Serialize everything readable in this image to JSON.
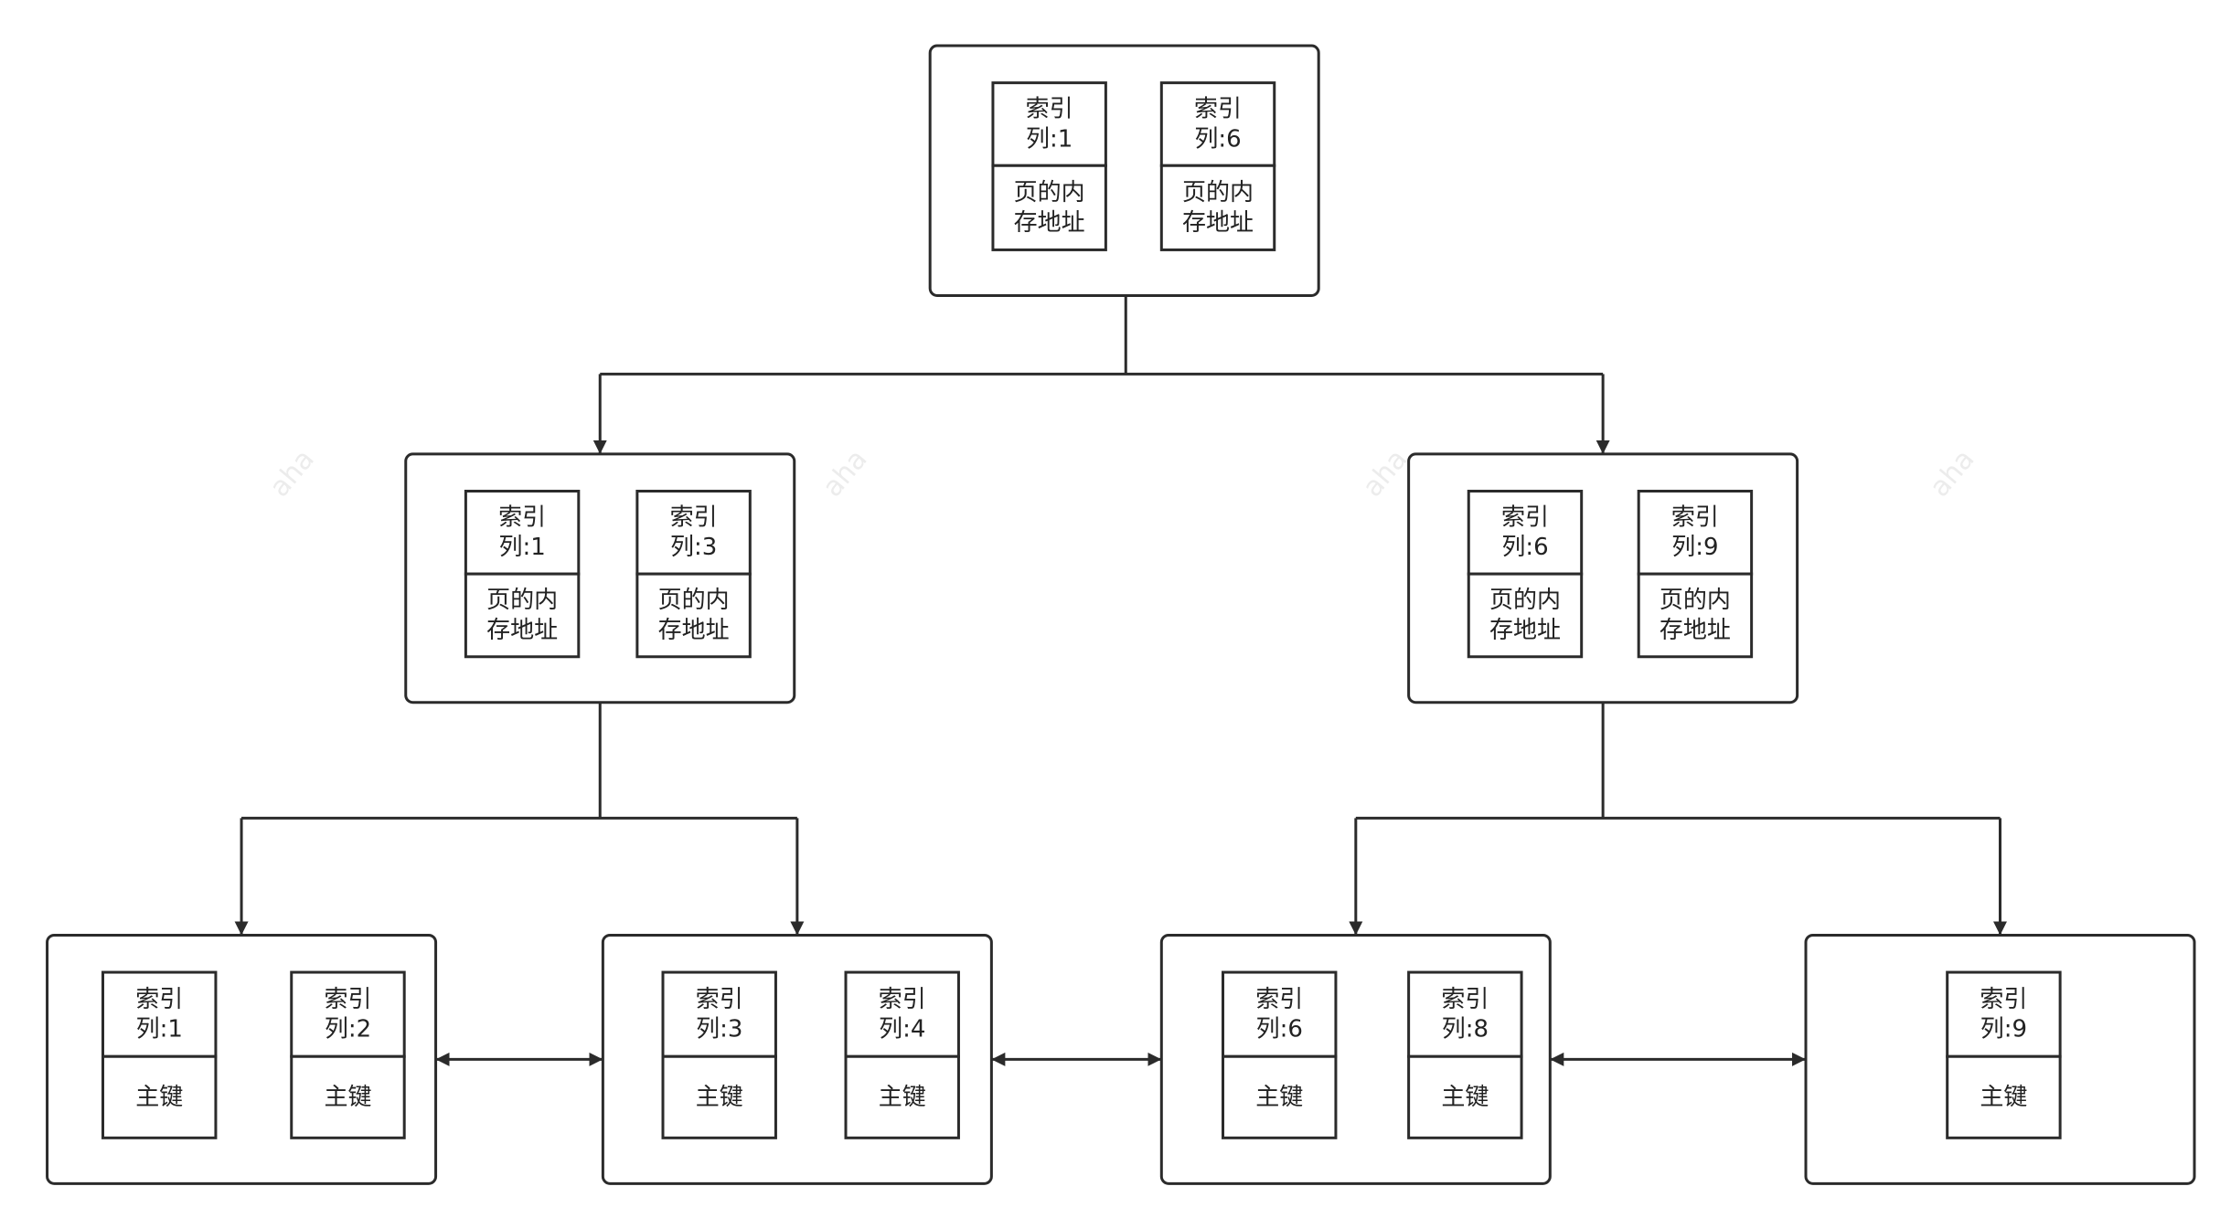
{
  "colors": {
    "stroke": "#2b2b2b",
    "background": "#ffffff",
    "watermark": "#ececec"
  },
  "watermark": "aha",
  "root": {
    "cells": [
      {
        "top": [
          "索引",
          "列:1"
        ],
        "bottom": [
          "页的内",
          "存地址"
        ]
      },
      {
        "top": [
          "索引",
          "列:6"
        ],
        "bottom": [
          "页的内",
          "存地址"
        ]
      }
    ]
  },
  "internal": [
    {
      "cells": [
        {
          "top": [
            "索引",
            "列:1"
          ],
          "bottom": [
            "页的内",
            "存地址"
          ]
        },
        {
          "top": [
            "索引",
            "列:3"
          ],
          "bottom": [
            "页的内",
            "存地址"
          ]
        }
      ]
    },
    {
      "cells": [
        {
          "top": [
            "索引",
            "列:6"
          ],
          "bottom": [
            "页的内",
            "存地址"
          ]
        },
        {
          "top": [
            "索引",
            "列:9"
          ],
          "bottom": [
            "页的内",
            "存地址"
          ]
        }
      ]
    }
  ],
  "leaves": [
    {
      "cells": [
        {
          "top": [
            "索引",
            "列:1"
          ],
          "bottom": [
            "主键"
          ]
        },
        {
          "top": [
            "索引",
            "列:2"
          ],
          "bottom": [
            "主键"
          ]
        }
      ]
    },
    {
      "cells": [
        {
          "top": [
            "索引",
            "列:3"
          ],
          "bottom": [
            "主键"
          ]
        },
        {
          "top": [
            "索引",
            "列:4"
          ],
          "bottom": [
            "主键"
          ]
        }
      ]
    },
    {
      "cells": [
        {
          "top": [
            "索引",
            "列:6"
          ],
          "bottom": [
            "主键"
          ]
        },
        {
          "top": [
            "索引",
            "列:8"
          ],
          "bottom": [
            "主键"
          ]
        }
      ]
    },
    {
      "cells": [
        {
          "top": [
            "索引",
            "列:9"
          ],
          "bottom": [
            "主键"
          ]
        }
      ]
    }
  ]
}
